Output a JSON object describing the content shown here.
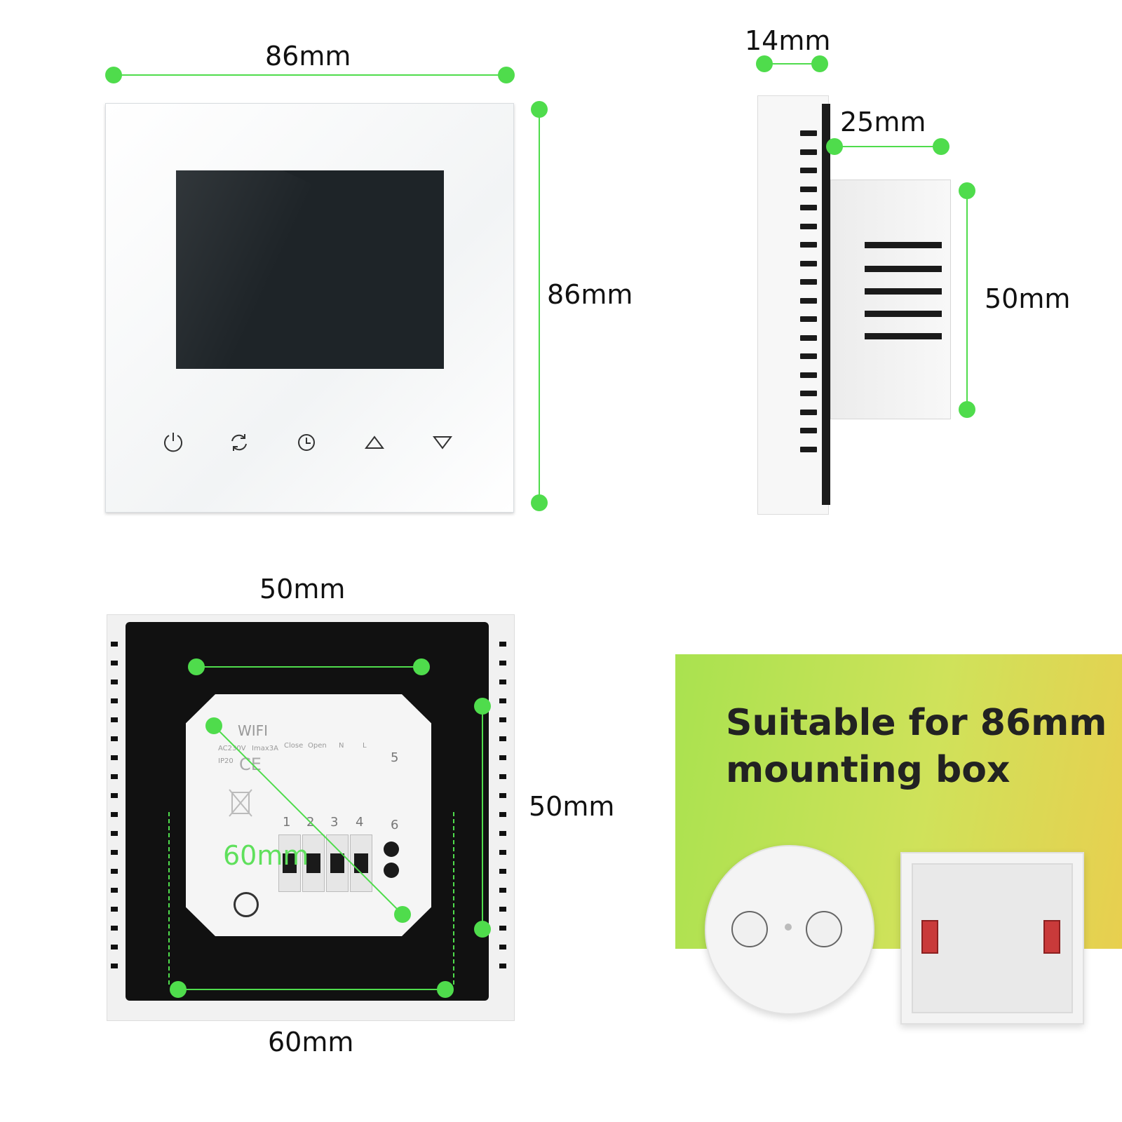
{
  "front_view": {
    "width_label": "86mm",
    "height_label": "86mm",
    "buttons": [
      {
        "name": "power-icon"
      },
      {
        "name": "mode-cycle-icon"
      },
      {
        "name": "clock-icon"
      },
      {
        "name": "up-arrow-icon"
      },
      {
        "name": "down-arrow-icon"
      }
    ]
  },
  "side_view": {
    "panel_depth_label": "14mm",
    "body_depth_label": "25mm",
    "body_height_label": "50mm"
  },
  "back_view": {
    "top_label": "50mm",
    "right_label": "50mm",
    "bottom_label": "60mm",
    "diagonal_label": "60mm",
    "module": {
      "wifi_label": "WIFI",
      "rating_1": "AC230V",
      "rating_2": "Imax3A",
      "rating_3": "IP20",
      "ce_mark": "CE",
      "terminal_labels": [
        "Close",
        "Open",
        "N",
        "L"
      ],
      "terminal_numbers": [
        "1",
        "2",
        "3",
        "4"
      ],
      "aux_numbers": [
        "5",
        "6"
      ]
    }
  },
  "banner": {
    "line1": "Suitable for 86mm",
    "line2": "mounting box"
  },
  "colors": {
    "measure_green": "#4fdc4c",
    "banner_left": "#a9e24f",
    "banner_right": "#e8cf4f"
  }
}
